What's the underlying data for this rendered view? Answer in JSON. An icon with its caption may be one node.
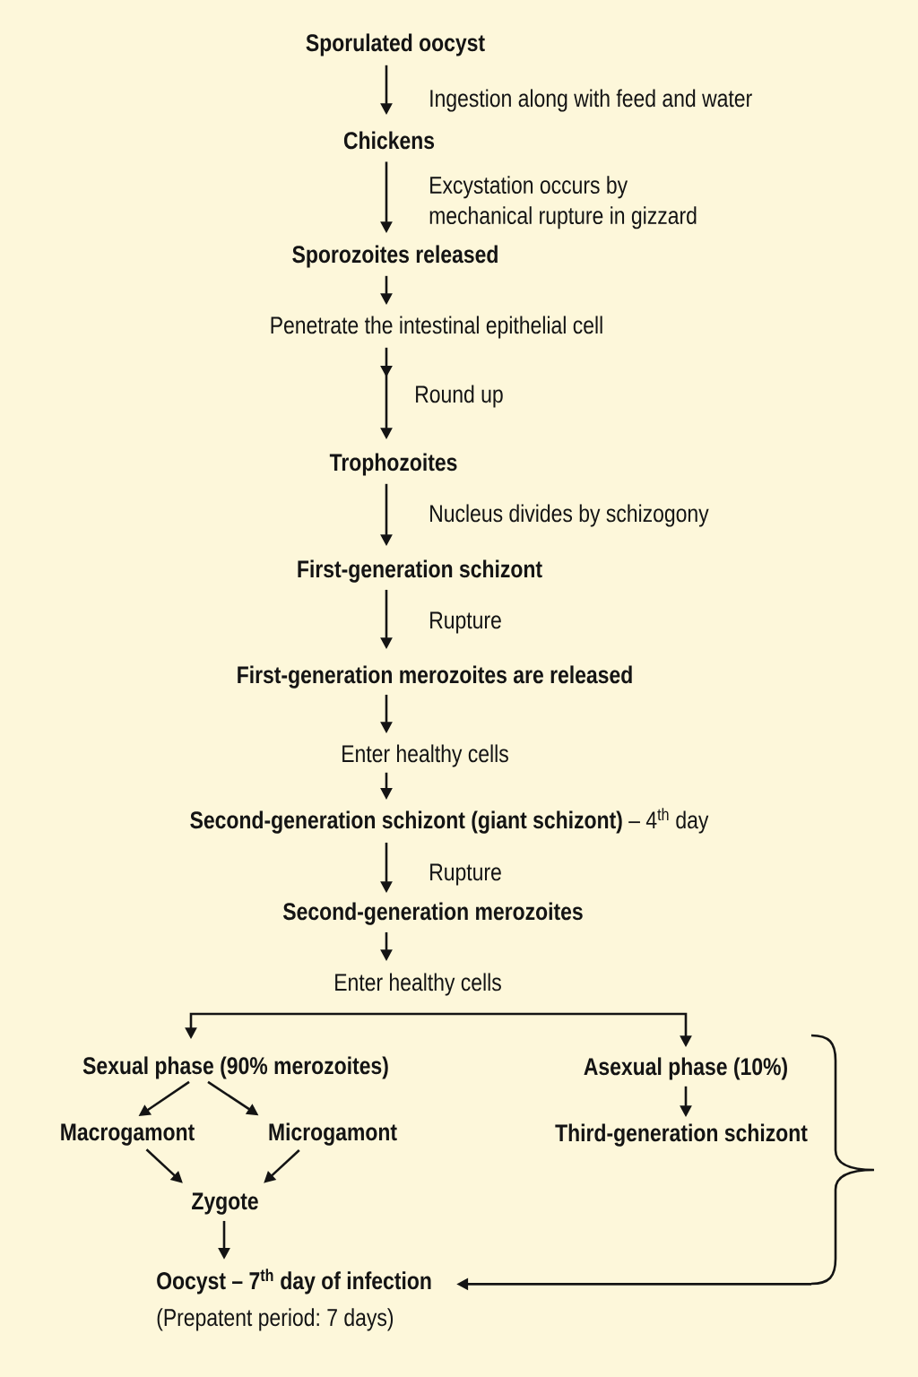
{
  "diagram": {
    "nodes": [
      {
        "text": [
          "Sporulated oocyst"
        ]
      },
      {
        "text": [
          "Chickens"
        ]
      },
      {
        "text": [
          "Sporozoites released"
        ]
      },
      {
        "text": [
          "Penetrate the intestinal epithelial cell"
        ]
      },
      {
        "text": [
          "Trophozoites"
        ]
      },
      {
        "text": [
          "First-generation schizont"
        ]
      },
      {
        "text": [
          "First-generation merozoites are released"
        ]
      },
      {
        "text": [
          "Enter healthy cells"
        ]
      },
      {
        "text": [
          "**Second-generation schizont (giant schizont)** – 4$^{th}$ day"
        ]
      },
      {
        "text": [
          "Second-generation merozoites"
        ]
      },
      {
        "text": [
          "Enter healthy cells"
        ]
      },
      {
        "text": [
          "Sexual phase (90% merozoites)"
        ]
      },
      {
        "text": [
          "Asexual phase (10%)"
        ]
      },
      {
        "text": [
          "Macrogamont"
        ]
      },
      {
        "text": [
          "Microgamont"
        ]
      },
      {
        "text": [
          "Third-generation schizont"
        ]
      },
      {
        "text": [],
        "shape": "brace"
      },
      {
        "text": [
          "Zygote"
        ]
      },
      {
        "text": [
          "Oocyst – 7$^{th}$ day of infection",
          "(Prepatent period: 7 days)"
        ]
      }
    ],
    "edges": [
      {
        "from": 0,
        "to": 1,
        "arrow": "to",
        "label": "Ingestion along with feed and water"
      },
      {
        "from": 1,
        "to": 2,
        "arrow": "to",
        "label": "Excystation occurs by mechanical rupture in gizzard"
      },
      {
        "from": 2,
        "to": 3,
        "arrow": "to"
      },
      {
        "from": 3,
        "to": 4,
        "arrow": "to",
        "label": "Round up"
      },
      {
        "from": 4,
        "to": 5,
        "arrow": "to",
        "label": "Nucleus divides by schizogony"
      },
      {
        "from": 5,
        "to": 6,
        "arrow": "to",
        "label": "Rupture"
      },
      {
        "from": 6,
        "to": 7,
        "arrow": "to"
      },
      {
        "from": 7,
        "to": 8,
        "arrow": "to"
      },
      {
        "from": 8,
        "to": 9,
        "arrow": "to",
        "label": "Rupture"
      },
      {
        "from": 9,
        "to": 10,
        "arrow": "to"
      },
      {
        "from": 10,
        "to": 11,
        "arrow": "to"
      },
      {
        "from": 10,
        "to": 12,
        "arrow": "to"
      },
      {
        "from": 11,
        "to": 13,
        "arrow": "to"
      },
      {
        "from": 11,
        "to": 14,
        "arrow": "to"
      },
      {
        "from": 12,
        "to": 15,
        "arrow": "to"
      },
      {
        "from": 13,
        "to": 17,
        "arrow": "to"
      },
      {
        "from": 14,
        "to": 17,
        "arrow": "to"
      },
      {
        "from": 17,
        "to": 18,
        "arrow": "to"
      },
      {
        "from": 16,
        "to": 18,
        "arrow": "to"
      }
    ]
  }
}
